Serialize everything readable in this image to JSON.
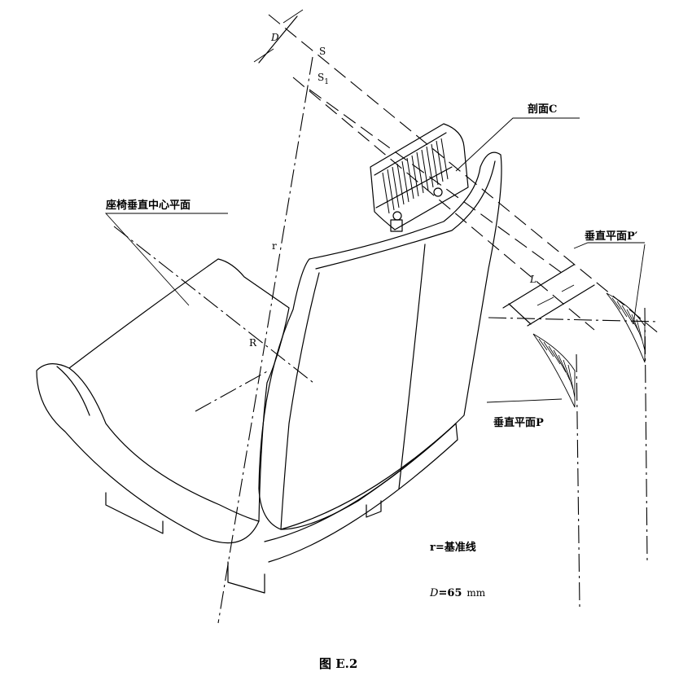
{
  "labels": {
    "section_c": "剖面C",
    "seat_center_plane": "座椅垂直中心平面",
    "vertical_plane_p_prime": "垂直平面P′",
    "vertical_plane_p": "垂直平面P",
    "line_r": "r",
    "point_R": "R",
    "point_S": "S",
    "point_S1": "S",
    "point_S1_sub": "1",
    "dim_D": "D",
    "dim_L": "L",
    "legend_r": "r=基准线",
    "legend_D_sym": "D",
    "legend_D_val": "=65",
    "legend_D_unit": "mm"
  },
  "caption": "图 E.2"
}
